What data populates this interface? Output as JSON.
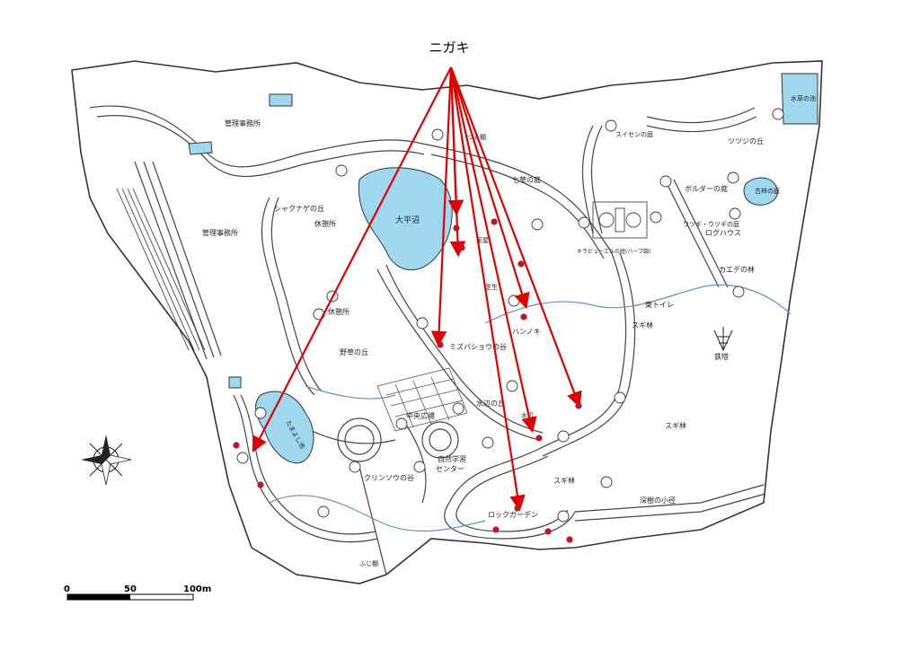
{
  "title": "ニガキ",
  "colors": {
    "arrow": "#e00000",
    "marker": "#c0152a",
    "water": "#9fd8ee",
    "stream": "#6c8fb5",
    "ink": "#333333"
  },
  "labels": {
    "kanri_shitsu": "管理事務所",
    "kanri_top": "管理事務所",
    "ohira_numa": "大平沼",
    "shakunage": "シャクナゲの丘",
    "kyukeijo1": "休憩所",
    "kyukeijo2": "休憩所",
    "yaso_oka": "野草の丘",
    "chuo_hiroba": "中央広場",
    "kurinsou": "クリンソウの谷",
    "shizen_center1": "自然学習",
    "shizen_center2": "センター",
    "rock_garden": "ロックガーデン",
    "shinju_komichi": "深樹の小径",
    "sugibayashi1": "スギ林",
    "sugibayashi2": "スギ林",
    "sugibayashi3": "スギ林",
    "mizubashou": "ミズバショウの谷",
    "hannoki": "ハンノキ",
    "mizube_oka": "水辺の丘",
    "mizube": "水辺",
    "higashi_toire": "東トイレ",
    "tettou": "鉄塔",
    "kaede": "カエデの林",
    "log_house": "ログハウス",
    "boulder": "ボルダーの庭",
    "utsugi": "ウツギ・ウツギの庭",
    "tsutsuji": "ツツジの丘",
    "suisou": "水草の池",
    "konen_niwa": "古林の庭",
    "nanakusa": "七草の庭",
    "tsuru_dana": "つる棚",
    "fuji_dana": "ふじ棚",
    "herb": "キラビューエルの庭(ハーブ園)",
    "tamayoshi": "たまよし池",
    "shibafu": "芝生",
    "suisen": "スイセンの庭",
    "gakuya": "家屋"
  },
  "markers_count": 14,
  "scale": {
    "ticks": [
      "0",
      "50",
      "100m"
    ]
  }
}
